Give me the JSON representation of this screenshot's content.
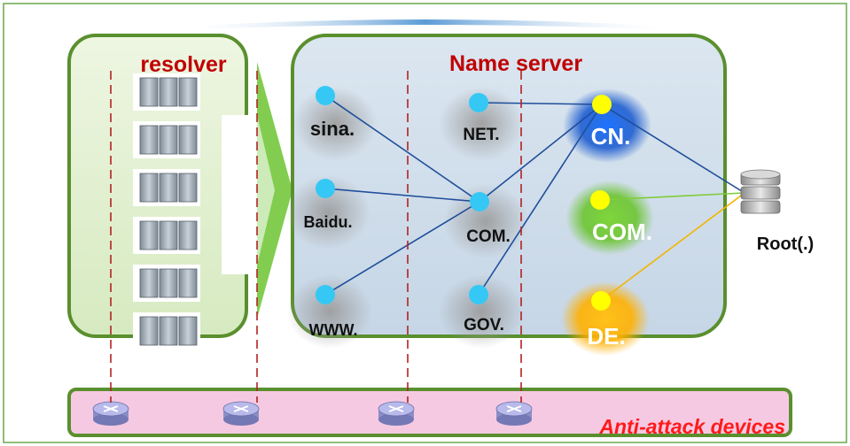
{
  "resolver": {
    "title": "resolver",
    "server_count": 6
  },
  "name_server": {
    "title": "Name server",
    "nodes": {
      "sina": "sina.",
      "baidu": "Baidu.",
      "www": "WWW.",
      "net": "NET.",
      "com2": "COM.",
      "gov": "GOV.",
      "cn": "CN.",
      "com1": "COM.",
      "de": "DE."
    }
  },
  "root": {
    "label": "Root(.)"
  },
  "bottom_bar": {
    "label": "Anti-attack devices",
    "router_count": 4
  },
  "colors": {
    "title_red": "#c00000",
    "frame_green": "#5a8f2e",
    "node_cyan": "#35c8f5",
    "node_yellow": "#ffff00",
    "cn_glow": "#1f5ecf",
    "com_glow": "#6cc431",
    "de_glow": "#ffb000",
    "link_blue": "#1f4e9a",
    "link_green": "#7fcc3a",
    "link_orange": "#f5b400",
    "dash_red": "#b22222",
    "bar_pink": "#f6c9e2"
  }
}
